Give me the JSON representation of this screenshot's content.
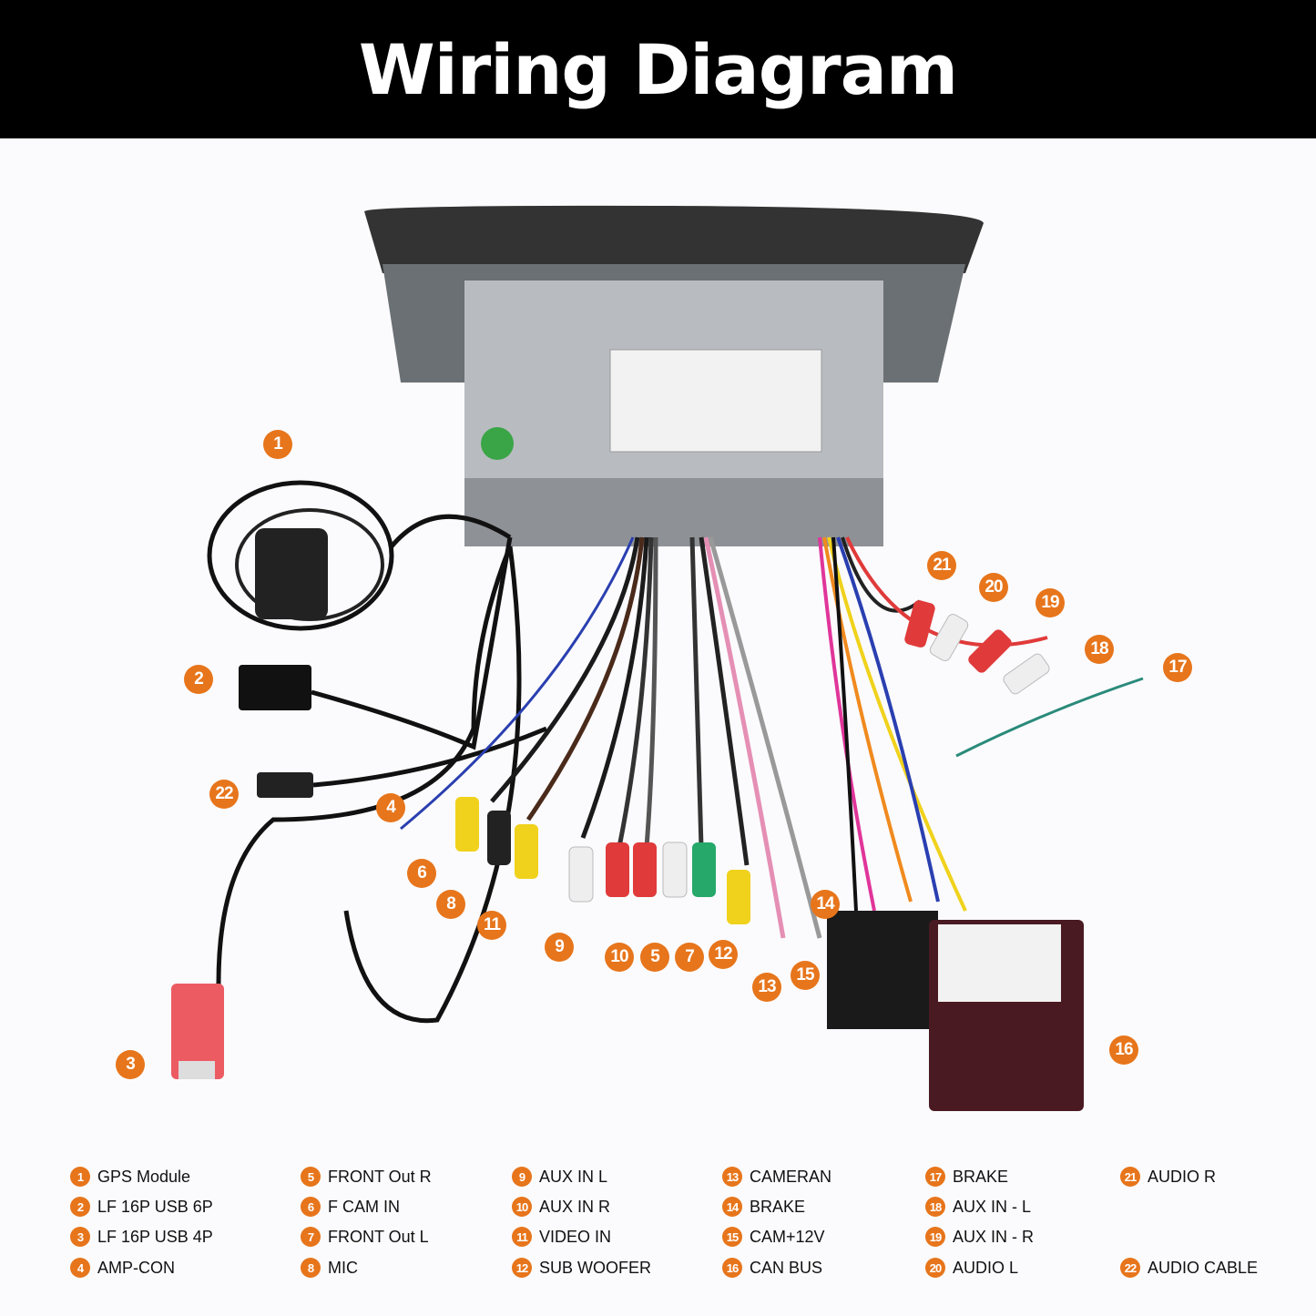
{
  "header": {
    "title": "Wiring Diagram"
  },
  "colors": {
    "accent": "#e7751b",
    "header_bg": "#000000"
  },
  "markers": [
    "1",
    "2",
    "3",
    "4",
    "5",
    "6",
    "7",
    "8",
    "9",
    "10",
    "11",
    "12",
    "13",
    "14",
    "15",
    "16",
    "17",
    "18",
    "19",
    "20",
    "21",
    "22"
  ],
  "legend": [
    {
      "num": "1",
      "label": "GPS Module"
    },
    {
      "num": "2",
      "label": "LF 16P USB 6P"
    },
    {
      "num": "3",
      "label": "LF 16P USB 4P"
    },
    {
      "num": "4",
      "label": "AMP-CON"
    },
    {
      "num": "5",
      "label": "FRONT Out R"
    },
    {
      "num": "6",
      "label": "F CAM IN"
    },
    {
      "num": "7",
      "label": "FRONT Out L"
    },
    {
      "num": "8",
      "label": "MIC"
    },
    {
      "num": "9",
      "label": "AUX IN L"
    },
    {
      "num": "10",
      "label": "AUX IN R"
    },
    {
      "num": "11",
      "label": "VIDEO IN"
    },
    {
      "num": "12",
      "label": "SUB WOOFER"
    },
    {
      "num": "13",
      "label": "CAMERAN"
    },
    {
      "num": "14",
      "label": "BRAKE"
    },
    {
      "num": "15",
      "label": "CAM+12V"
    },
    {
      "num": "16",
      "label": "CAN BUS"
    },
    {
      "num": "17",
      "label": "BRAKE"
    },
    {
      "num": "18",
      "label": "AUX IN - L"
    },
    {
      "num": "19",
      "label": "AUX IN - R"
    },
    {
      "num": "20",
      "label": "AUDIO L"
    },
    {
      "num": "21",
      "label": "AUDIO R"
    },
    {
      "num": "22",
      "label": "AUDIO CABLE"
    }
  ]
}
